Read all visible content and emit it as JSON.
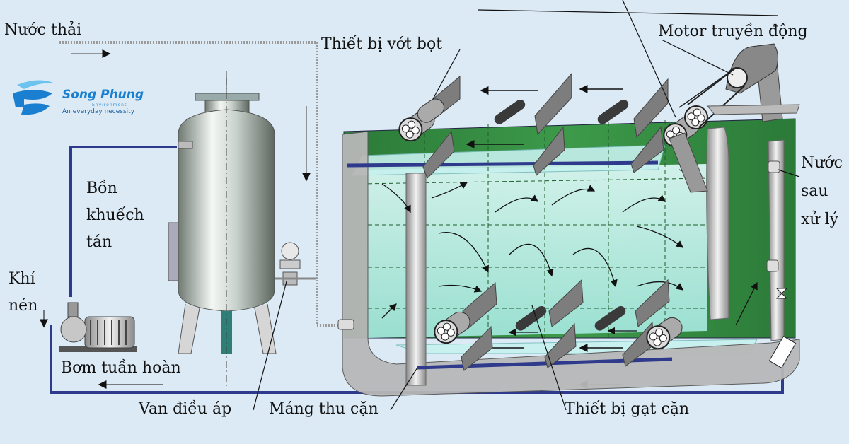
{
  "labels": {
    "waste_water": "Nước thải",
    "skimmer": "Thiết bị vớt bọt",
    "drive_motor": "Motor truyền động",
    "diffusion_tank_1": "Bồn",
    "diffusion_tank_2": "khuếch",
    "diffusion_tank_3": "tán",
    "compressed_air_1": "Khí",
    "compressed_air_2": "nén",
    "treated_water_1": "Nước",
    "treated_water_2": "sau",
    "treated_water_3": "xử lý",
    "circulation_pump": "Bơm tuần hoàn",
    "pressure_valve": "Van điều áp",
    "sludge_trough": "Máng thu cặn",
    "sludge_scraper": "Thiết bị gạt cặn"
  },
  "logo": {
    "name": "Song Phung",
    "sub": "Environment",
    "tagline": "An everyday necessity"
  },
  "colors": {
    "background": "#dbeaf5",
    "pipe": "#2f3a8c",
    "tank_green": "#2f8a3f",
    "water": "#bff0e8",
    "logo_blue": "#1a7fd0"
  },
  "icons": [
    "motor-icon",
    "pump-icon",
    "valve-icon",
    "roller-icon",
    "flow-arrow-icon"
  ]
}
